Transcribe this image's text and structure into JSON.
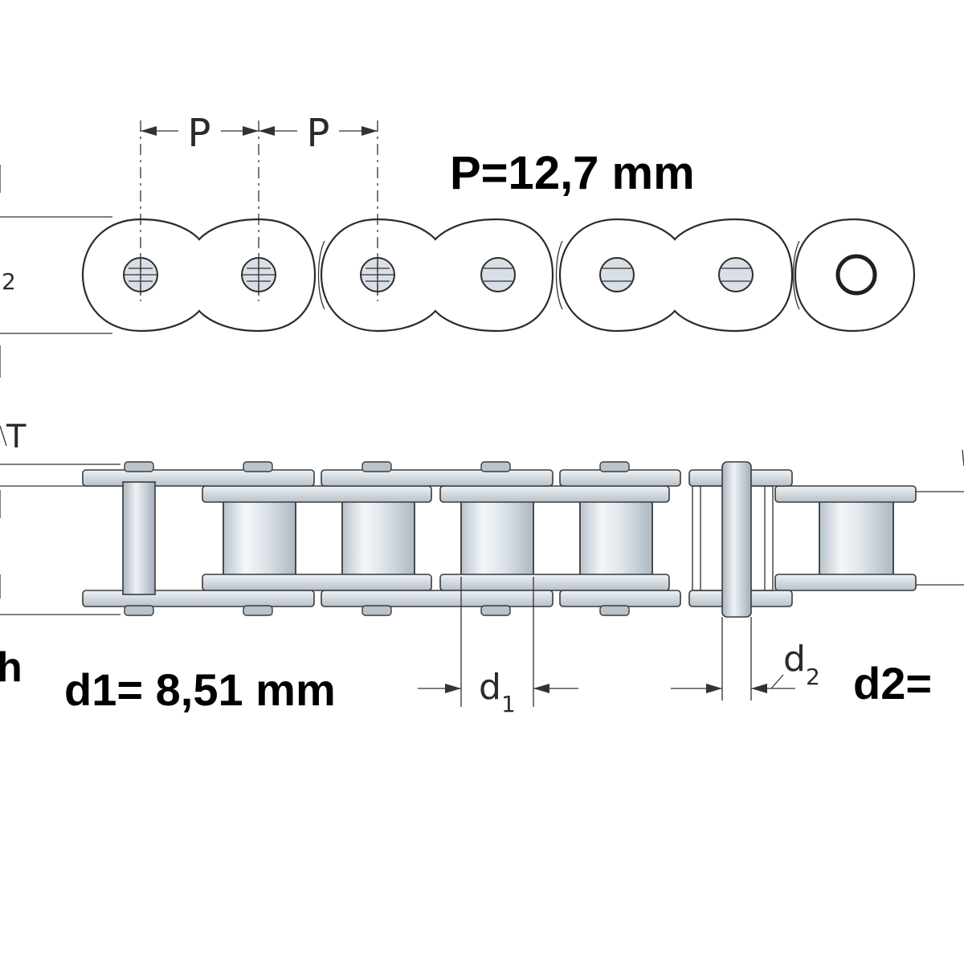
{
  "labels": {
    "pitch_symbol": "P",
    "pitch_value": "P=12,7 mm",
    "d1_symbol": "d",
    "d1_sub": "1",
    "d1_value": "d1= 8,51 mm",
    "d2_symbol": "d",
    "d2_sub": "2",
    "d2_value": "d2=",
    "edge_t": "T",
    "edge_sub2": "2",
    "edge_h": "h"
  },
  "colors": {
    "plate": "#cfd6dd",
    "roller": "#dde4ea",
    "outline": "#2b2b2b",
    "text": "#000000"
  }
}
